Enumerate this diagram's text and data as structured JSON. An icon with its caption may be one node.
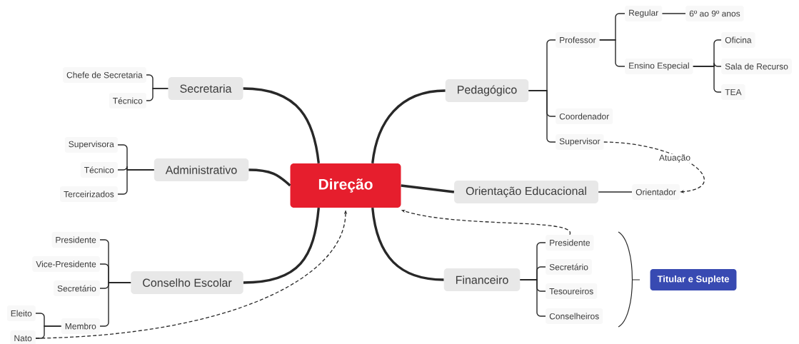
{
  "diagram": {
    "nodes": [
      {
        "text": [
          "Direção"
        ]
      },
      {
        "text": [
          "Secretaria"
        ]
      },
      {
        "text": [
          "Chefe de Secretaria"
        ]
      },
      {
        "text": [
          "Técnico"
        ]
      },
      {
        "text": [
          "Administrativo"
        ]
      },
      {
        "text": [
          "Supervisora"
        ]
      },
      {
        "text": [
          "Técnico"
        ]
      },
      {
        "text": [
          "Terceirizados"
        ]
      },
      {
        "text": [
          "Conselho Escolar"
        ]
      },
      {
        "text": [
          "Presidente"
        ]
      },
      {
        "text": [
          "Vice-Presidente"
        ]
      },
      {
        "text": [
          "Secretário"
        ]
      },
      {
        "text": [
          "Membro"
        ]
      },
      {
        "text": [
          "Eleito"
        ]
      },
      {
        "text": [
          "Nato"
        ]
      },
      {
        "text": [
          "Pedagógico"
        ]
      },
      {
        "text": [
          "Professor"
        ]
      },
      {
        "text": [
          "Regular"
        ]
      },
      {
        "text": [
          "6º ao 9º anos"
        ]
      },
      {
        "text": [
          "Ensino Especial"
        ]
      },
      {
        "text": [
          "Oficina"
        ]
      },
      {
        "text": [
          "Sala de Recurso"
        ]
      },
      {
        "text": [
          "TEA"
        ]
      },
      {
        "text": [
          "Coordenador"
        ]
      },
      {
        "text": [
          "Supervisor"
        ]
      },
      {
        "text": [
          "Orientação Educacional"
        ]
      },
      {
        "text": [
          "Orientador"
        ]
      },
      {
        "text": [
          "Financeiro"
        ]
      },
      {
        "text": [
          "Presidente"
        ]
      },
      {
        "text": [
          "Secretário"
        ]
      },
      {
        "text": [
          "Tesoureiros"
        ]
      },
      {
        "text": [
          "Conselheiros"
        ]
      },
      {
        "text": [
          "Titular e Suplete"
        ]
      }
    ],
    "edges": [
      {
        "from": 0,
        "to": 1,
        "arrow": "none",
        "style": "thick"
      },
      {
        "from": 0,
        "to": 4,
        "arrow": "none",
        "style": "thick"
      },
      {
        "from": 0,
        "to": 8,
        "arrow": "none",
        "style": "thick"
      },
      {
        "from": 0,
        "to": 15,
        "arrow": "none",
        "style": "thick"
      },
      {
        "from": 0,
        "to": 25,
        "arrow": "none",
        "style": "thick"
      },
      {
        "from": 0,
        "to": 27,
        "arrow": "none",
        "style": "thick"
      },
      {
        "from": 1,
        "to": 2,
        "arrow": "none"
      },
      {
        "from": 1,
        "to": 3,
        "arrow": "none"
      },
      {
        "from": 4,
        "to": 5,
        "arrow": "none"
      },
      {
        "from": 4,
        "to": 6,
        "arrow": "none"
      },
      {
        "from": 4,
        "to": 7,
        "arrow": "none"
      },
      {
        "from": 8,
        "to": 9,
        "arrow": "none"
      },
      {
        "from": 8,
        "to": 10,
        "arrow": "none"
      },
      {
        "from": 8,
        "to": 11,
        "arrow": "none"
      },
      {
        "from": 8,
        "to": 12,
        "arrow": "none"
      },
      {
        "from": 12,
        "to": 13,
        "arrow": "none"
      },
      {
        "from": 12,
        "to": 14,
        "arrow": "none"
      },
      {
        "from": 15,
        "to": 16,
        "arrow": "none"
      },
      {
        "from": 15,
        "to": 23,
        "arrow": "none"
      },
      {
        "from": 15,
        "to": 24,
        "arrow": "none"
      },
      {
        "from": 16,
        "to": 17,
        "arrow": "none"
      },
      {
        "from": 16,
        "to": 19,
        "arrow": "none"
      },
      {
        "from": 17,
        "to": 18,
        "arrow": "none"
      },
      {
        "from": 19,
        "to": 20,
        "arrow": "none"
      },
      {
        "from": 19,
        "to": 21,
        "arrow": "none"
      },
      {
        "from": 19,
        "to": 22,
        "arrow": "none"
      },
      {
        "from": 25,
        "to": 26,
        "arrow": "none"
      },
      {
        "from": 27,
        "to": 28,
        "arrow": "none"
      },
      {
        "from": 27,
        "to": 29,
        "arrow": "none"
      },
      {
        "from": 27,
        "to": 30,
        "arrow": "none"
      },
      {
        "from": 27,
        "to": 31,
        "arrow": "none"
      },
      {
        "from": 24,
        "to": 26,
        "arrow": "to",
        "style": "dashed",
        "label": "Atuação"
      },
      {
        "from": 14,
        "to": 0,
        "arrow": "to",
        "style": "dashed"
      },
      {
        "from": 28,
        "to": 0,
        "arrow": "to",
        "style": "dashed"
      }
    ]
  }
}
